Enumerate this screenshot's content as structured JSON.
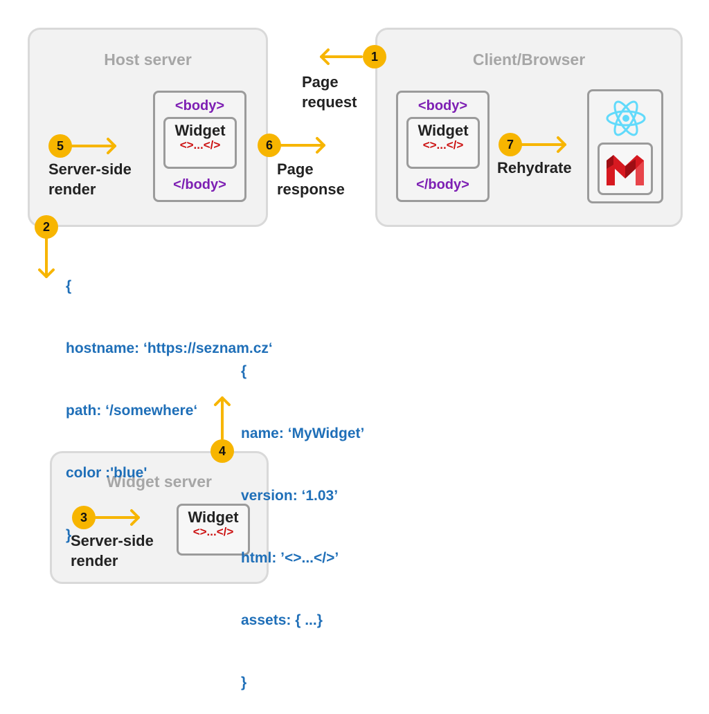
{
  "host_server": {
    "title": "Host server",
    "body_open": "<body>",
    "body_close": "</body>",
    "widget": {
      "title": "Widget",
      "code": "<>...</>"
    },
    "step5": {
      "num": "5",
      "label_line1": "Server-side",
      "label_line2": "render"
    }
  },
  "client": {
    "title": "Client/Browser",
    "body_open": "<body>",
    "body_close": "</body>",
    "widget": {
      "title": "Widget",
      "code": "<>...</>"
    },
    "step7": {
      "num": "7",
      "label": "Rehydrate"
    },
    "icons": [
      "react-icon",
      "m-logo-icon"
    ]
  },
  "widget_server": {
    "title": "Widget server",
    "widget": {
      "title": "Widget",
      "code": "<>...</>"
    },
    "step3": {
      "num": "3",
      "label_line1": "Server-side",
      "label_line2": "render"
    }
  },
  "step1": {
    "num": "1",
    "label_line1": "Page",
    "label_line2": "request"
  },
  "step6": {
    "num": "6",
    "label_line1": "Page",
    "label_line2": "response"
  },
  "step2": {
    "num": "2"
  },
  "step4": {
    "num": "4"
  },
  "request_json": {
    "lines": [
      "{",
      "hostname: ‘https://seznam.cz‘",
      "path: ‘/somewhere‘",
      "color :'blue'",
      "}"
    ]
  },
  "response_json": {
    "lines": [
      "{",
      "name: ‘MyWidget’",
      "version: ‘1.03’",
      "html: ’<>...</>’",
      "assets: { ...}",
      "}"
    ]
  },
  "colors": {
    "accent": "#f7b500",
    "code_blue": "#1f6fb8",
    "tag_purple": "#7d1fb3",
    "code_red": "#cc1111"
  }
}
